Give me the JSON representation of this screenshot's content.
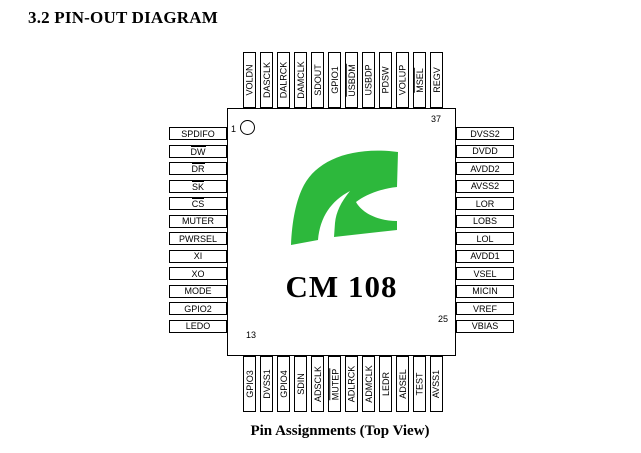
{
  "title": "3.2 PIN-OUT DIAGRAM",
  "caption": "Pin Assignments (Top View)",
  "chip": {
    "name": "CM 108",
    "logo_color": "#2DB83C",
    "corner_numbers": {
      "pin1": "1",
      "top_right": "37",
      "bottom_left": "13",
      "bottom_right": "25"
    }
  },
  "pins": {
    "left": [
      {
        "label": "SPDIFO",
        "overline": false
      },
      {
        "label": "DW",
        "overline": true
      },
      {
        "label": "DR",
        "overline": true
      },
      {
        "label": "SK",
        "overline": true
      },
      {
        "label": "CS",
        "overline": true
      },
      {
        "label": "MUTER",
        "overline": false
      },
      {
        "label": "PWRSEL",
        "overline": false
      },
      {
        "label": "XI",
        "overline": false
      },
      {
        "label": "XO",
        "overline": false
      },
      {
        "label": "MODE",
        "overline": false
      },
      {
        "label": "GPIO2",
        "overline": false
      },
      {
        "label": "LEDO",
        "overline": false
      }
    ],
    "right": [
      {
        "label": "DVSS2",
        "overline": false
      },
      {
        "label": "DVDD",
        "overline": false
      },
      {
        "label": "AVDD2",
        "overline": false
      },
      {
        "label": "AVSS2",
        "overline": false
      },
      {
        "label": "LOR",
        "overline": false
      },
      {
        "label": "LOBS",
        "overline": false
      },
      {
        "label": "LOL",
        "overline": false
      },
      {
        "label": "AVDD1",
        "overline": false
      },
      {
        "label": "VSEL",
        "overline": false
      },
      {
        "label": "MICIN",
        "overline": false
      },
      {
        "label": "VREF",
        "overline": false
      },
      {
        "label": "VBIAS",
        "overline": false
      }
    ],
    "top": [
      {
        "label": "VOLDN",
        "overline": false
      },
      {
        "label": "DASCLK",
        "overline": false
      },
      {
        "label": "DALRCK",
        "overline": false
      },
      {
        "label": "DAMCLK",
        "overline": false
      },
      {
        "label": "SDOUT",
        "overline": false
      },
      {
        "label": "GPIO1",
        "overline": false
      },
      {
        "label": "USBDM",
        "overline": true
      },
      {
        "label": "USBDP",
        "overline": false
      },
      {
        "label": "PDSW",
        "overline": false
      },
      {
        "label": "VOLUP",
        "overline": false
      },
      {
        "label": "MSEL",
        "overline": true
      },
      {
        "label": "REGV",
        "overline": false
      }
    ],
    "bottom": [
      {
        "label": "GPIO3",
        "overline": false
      },
      {
        "label": "DVSS1",
        "overline": false
      },
      {
        "label": "GPIO4",
        "overline": false
      },
      {
        "label": "SDIN",
        "overline": false
      },
      {
        "label": "ADSCLK",
        "overline": false
      },
      {
        "label": "MUTEP",
        "overline": true
      },
      {
        "label": "ADLRCK",
        "overline": false
      },
      {
        "label": "ADMCLK",
        "overline": false
      },
      {
        "label": "LEDR",
        "overline": false
      },
      {
        "label": "ADSEL",
        "overline": false
      },
      {
        "label": "TEST",
        "overline": false
      },
      {
        "label": "AVSS1",
        "overline": false
      }
    ]
  }
}
